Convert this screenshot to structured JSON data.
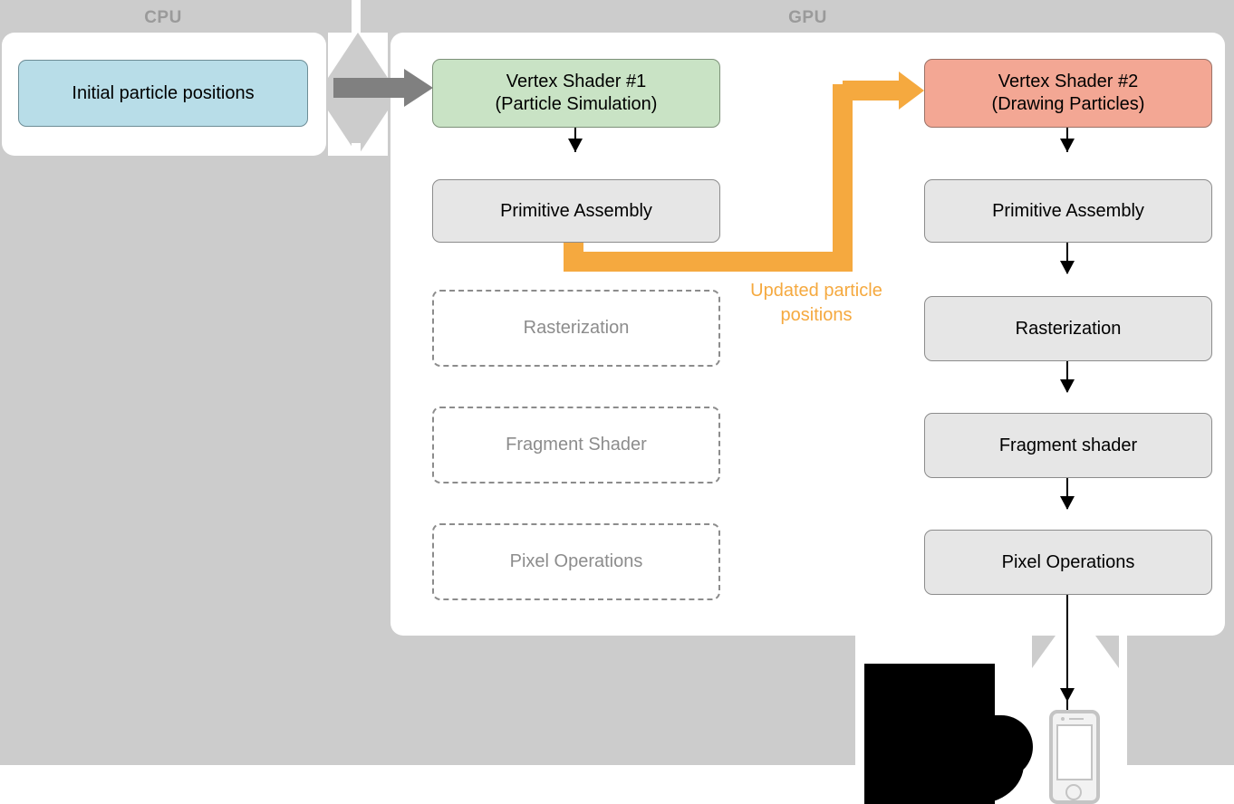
{
  "bands": {
    "cpu_label": "CPU",
    "gpu_label": "GPU"
  },
  "cpu": {
    "node": {
      "label": "Initial particle positions"
    }
  },
  "gpu": {
    "column_left": {
      "vertex_shader": {
        "line1": "Vertex Shader #1",
        "line2": "(Particle Simulation)"
      },
      "primitive_assembly": {
        "label": "Primitive Assembly"
      },
      "rasterization": {
        "label": "Rasterization"
      },
      "fragment_shader": {
        "label": "Fragment Shader"
      },
      "pixel_operations": {
        "label": "Pixel Operations"
      }
    },
    "column_right": {
      "vertex_shader": {
        "line1": "Vertex Shader #2",
        "line2": "(Drawing Particles)"
      },
      "primitive_assembly": {
        "label": "Primitive Assembly"
      },
      "rasterization": {
        "label": "Rasterization"
      },
      "fragment_shader": {
        "label": "Fragment shader"
      },
      "pixel_operations": {
        "label": "Pixel Operations"
      }
    }
  },
  "feedback": {
    "label_line1": "Updated particle",
    "label_line2": "positions"
  },
  "colors": {
    "background_gray": "#cccccc",
    "panel_white": "#ffffff",
    "node_gray": "#e6e6e6",
    "node_blue": "#b8dde8",
    "node_green": "#c9e3c5",
    "node_salmon": "#f3a794",
    "accent_orange": "#f5a93f",
    "arrow_gray": "#808080",
    "ghost_text": "#8c8c8c",
    "band_label": "#9a9a9a"
  }
}
